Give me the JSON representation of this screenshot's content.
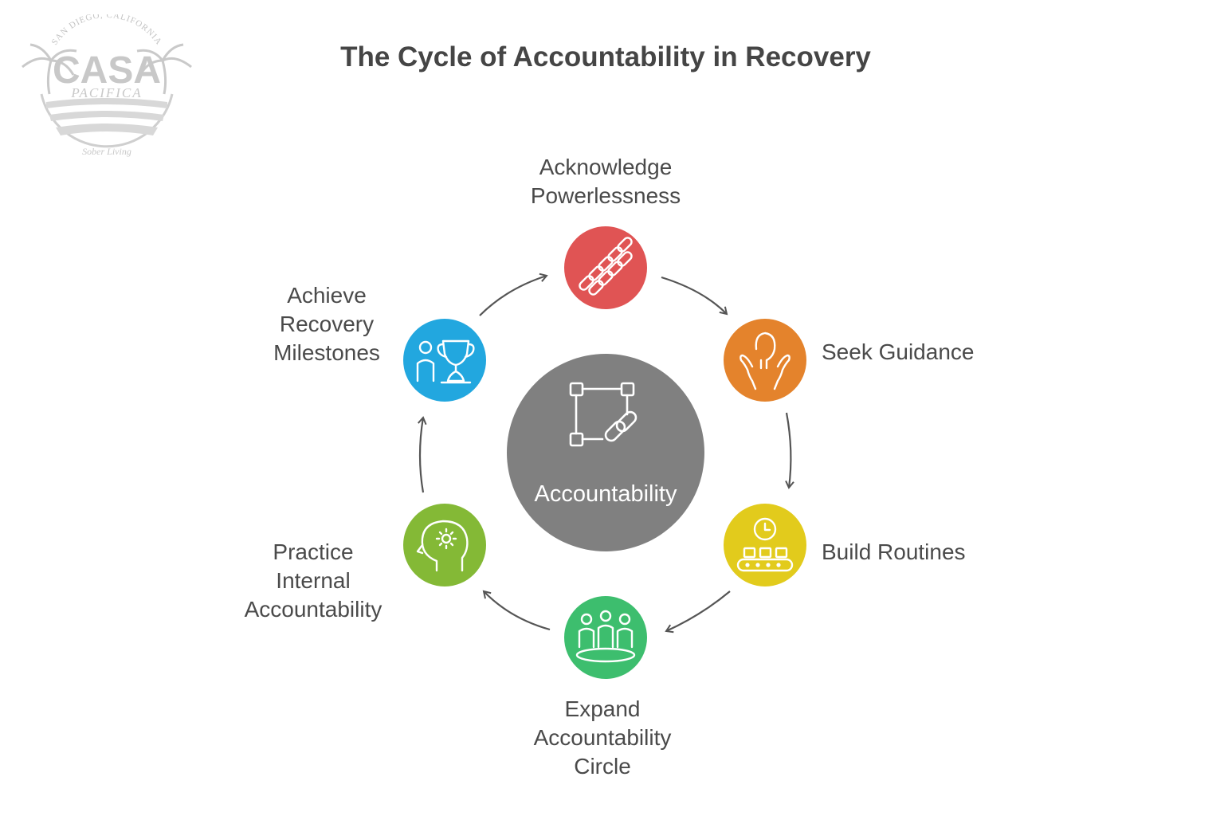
{
  "logo": {
    "top_text": "SAN DIEGO, CALIFORNIA",
    "name": "CASA",
    "subname": "PACIFICA",
    "script_text": "Sober Living"
  },
  "title": "The Cycle of Accountability in Recovery",
  "center": {
    "label": "Accountability",
    "icon": "connected-square-link-icon",
    "color": "#808080"
  },
  "steps": [
    {
      "label": "Acknowledge\nPowerlessness",
      "icon": "chain-icon",
      "color": "#E05454"
    },
    {
      "label": "Seek Guidance",
      "icon": "hands-support-person-icon",
      "color": "#E4832C"
    },
    {
      "label": "Build Routines",
      "icon": "clock-conveyor-icon",
      "color": "#E2CB1C"
    },
    {
      "label": "Expand\nAccountability\nCircle",
      "icon": "group-people-icon",
      "color": "#3DBE6E"
    },
    {
      "label": "Practice\nInternal\nAccountability",
      "icon": "head-gear-icon",
      "color": "#84B936"
    },
    {
      "label": "Achieve\nRecovery\nMilestones",
      "icon": "person-trophy-icon",
      "color": "#22A7DF"
    }
  ],
  "colors": {
    "text": "#4A4A4A",
    "arrow": "#555555",
    "logo": "#CFCFCF"
  }
}
